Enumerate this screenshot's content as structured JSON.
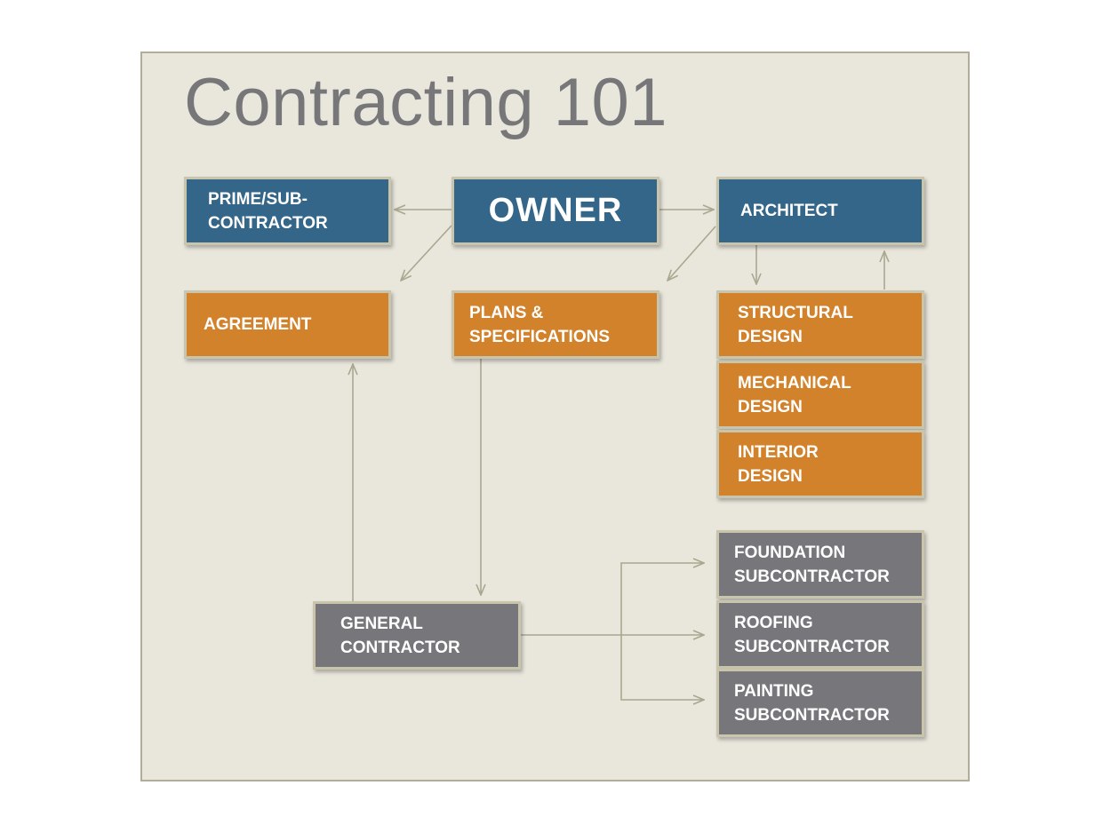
{
  "title": "Contracting 101",
  "colors": {
    "background": "#e9e7dc",
    "border": "#b1ad98",
    "owner_group": "#336688",
    "document_group": "#d2822a",
    "contractor_group": "#77777b",
    "connector": "#a9a790"
  },
  "nodes": {
    "owner": {
      "line1": "OWNER"
    },
    "prime_sub": {
      "line1": "PRIME/SUB-",
      "line2": "CONTRACTOR"
    },
    "architect": {
      "line1": "ARCHITECT"
    },
    "agreement": {
      "line1": "AGREEMENT"
    },
    "plans": {
      "line1": "PLANS &",
      "line2": "SPECIFICATIONS"
    },
    "structural": {
      "line1": "STRUCTURAL",
      "line2": "DESIGN"
    },
    "mechanical": {
      "line1": "MECHANICAL",
      "line2": "DESIGN"
    },
    "interior": {
      "line1": "INTERIOR",
      "line2": "DESIGN"
    },
    "general_contractor": {
      "line1": "GENERAL",
      "line2": "CONTRACTOR"
    },
    "foundation": {
      "line1": "FOUNDATION",
      "line2": "SUBCONTRACTOR"
    },
    "roofing": {
      "line1": "ROOFING",
      "line2": "SUBCONTRACTOR"
    },
    "painting": {
      "line1": "PAINTING",
      "line2": "SUBCONTRACTOR"
    }
  },
  "edges": [
    {
      "from": "owner",
      "to": "prime_sub"
    },
    {
      "from": "owner",
      "to": "architect"
    },
    {
      "from": "owner",
      "to": "agreement"
    },
    {
      "from": "architect",
      "to": "plans"
    },
    {
      "from": "architect",
      "to": "structural"
    },
    {
      "from": "structural",
      "to": "architect"
    },
    {
      "from": "plans",
      "to": "general_contractor"
    },
    {
      "from": "general_contractor",
      "to": "agreement"
    },
    {
      "from": "general_contractor",
      "to": "foundation"
    },
    {
      "from": "general_contractor",
      "to": "roofing"
    },
    {
      "from": "general_contractor",
      "to": "painting"
    }
  ]
}
